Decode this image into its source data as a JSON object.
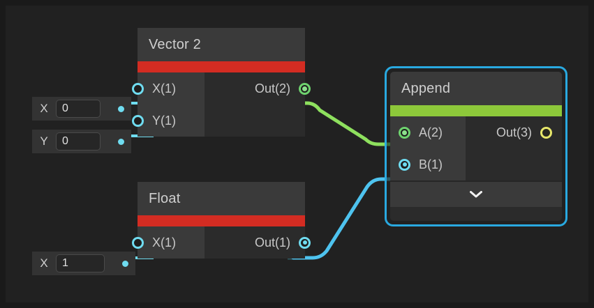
{
  "canvas": {
    "background": "#212121",
    "frame": "#1a1a1a"
  },
  "colors": {
    "accent_red": "#d32c22",
    "accent_green": "#8dc83a",
    "selection_blue": "#29a9e0",
    "wire_cyan": "#6fdcf0",
    "wire_green": "#8ee05e",
    "port_yellow": "#e6e66a",
    "node_header": "#3a3a3a",
    "node_body": "#2b2b2b"
  },
  "nodes": [
    {
      "id": "vector2",
      "title": "Vector 2",
      "accent": "#d32c22",
      "selected": false,
      "inputs": [
        {
          "label": "X(1)",
          "socket": "ring-cyan",
          "connected": true
        },
        {
          "label": "Y(1)",
          "socket": "ring-cyan",
          "connected": true
        }
      ],
      "outputs": [
        {
          "label": "Out(2)",
          "socket": "ring-green-dot",
          "connected": true
        }
      ]
    },
    {
      "id": "float",
      "title": "Float",
      "accent": "#d32c22",
      "selected": false,
      "inputs": [
        {
          "label": "X(1)",
          "socket": "ring-cyan",
          "connected": true
        }
      ],
      "outputs": [
        {
          "label": "Out(1)",
          "socket": "ring-cyan-dot",
          "connected": true
        }
      ]
    },
    {
      "id": "append",
      "title": "Append",
      "accent": "#8dc83a",
      "selected": true,
      "inputs": [
        {
          "label": "A(2)",
          "socket": "ring-green-dot",
          "connected": true
        },
        {
          "label": "B(1)",
          "socket": "ring-cyan-dot",
          "connected": true
        }
      ],
      "outputs": [
        {
          "label": "Out(3)",
          "socket": "ring-yellow",
          "connected": false
        }
      ],
      "expand_icon": "chevron-down-icon"
    }
  ],
  "properties": [
    {
      "id": "prop-x",
      "label": "X",
      "value": "0",
      "placeholder": "0"
    },
    {
      "id": "prop-y",
      "label": "Y",
      "value": "0",
      "placeholder": "0"
    },
    {
      "id": "prop-f",
      "label": "X",
      "value": "1",
      "placeholder": "0"
    }
  ],
  "wires": [
    {
      "from": "vector2.Out(2)",
      "to": "append.A(2)",
      "color": "#8ee05e"
    },
    {
      "from": "float.Out(1)",
      "to": "append.B(1)",
      "color": "#6fdcf0"
    }
  ]
}
